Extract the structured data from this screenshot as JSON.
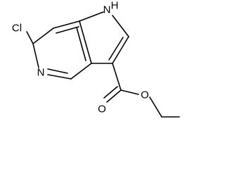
{
  "molecule": {
    "atoms": {
      "cl": "Cl",
      "nh": "H",
      "nh_n": "N",
      "pyridine_n": "N",
      "carbonyl_o": "O",
      "ester_o": "O"
    }
  },
  "colors": {
    "bond": "#000000",
    "background": "#ffffff"
  }
}
